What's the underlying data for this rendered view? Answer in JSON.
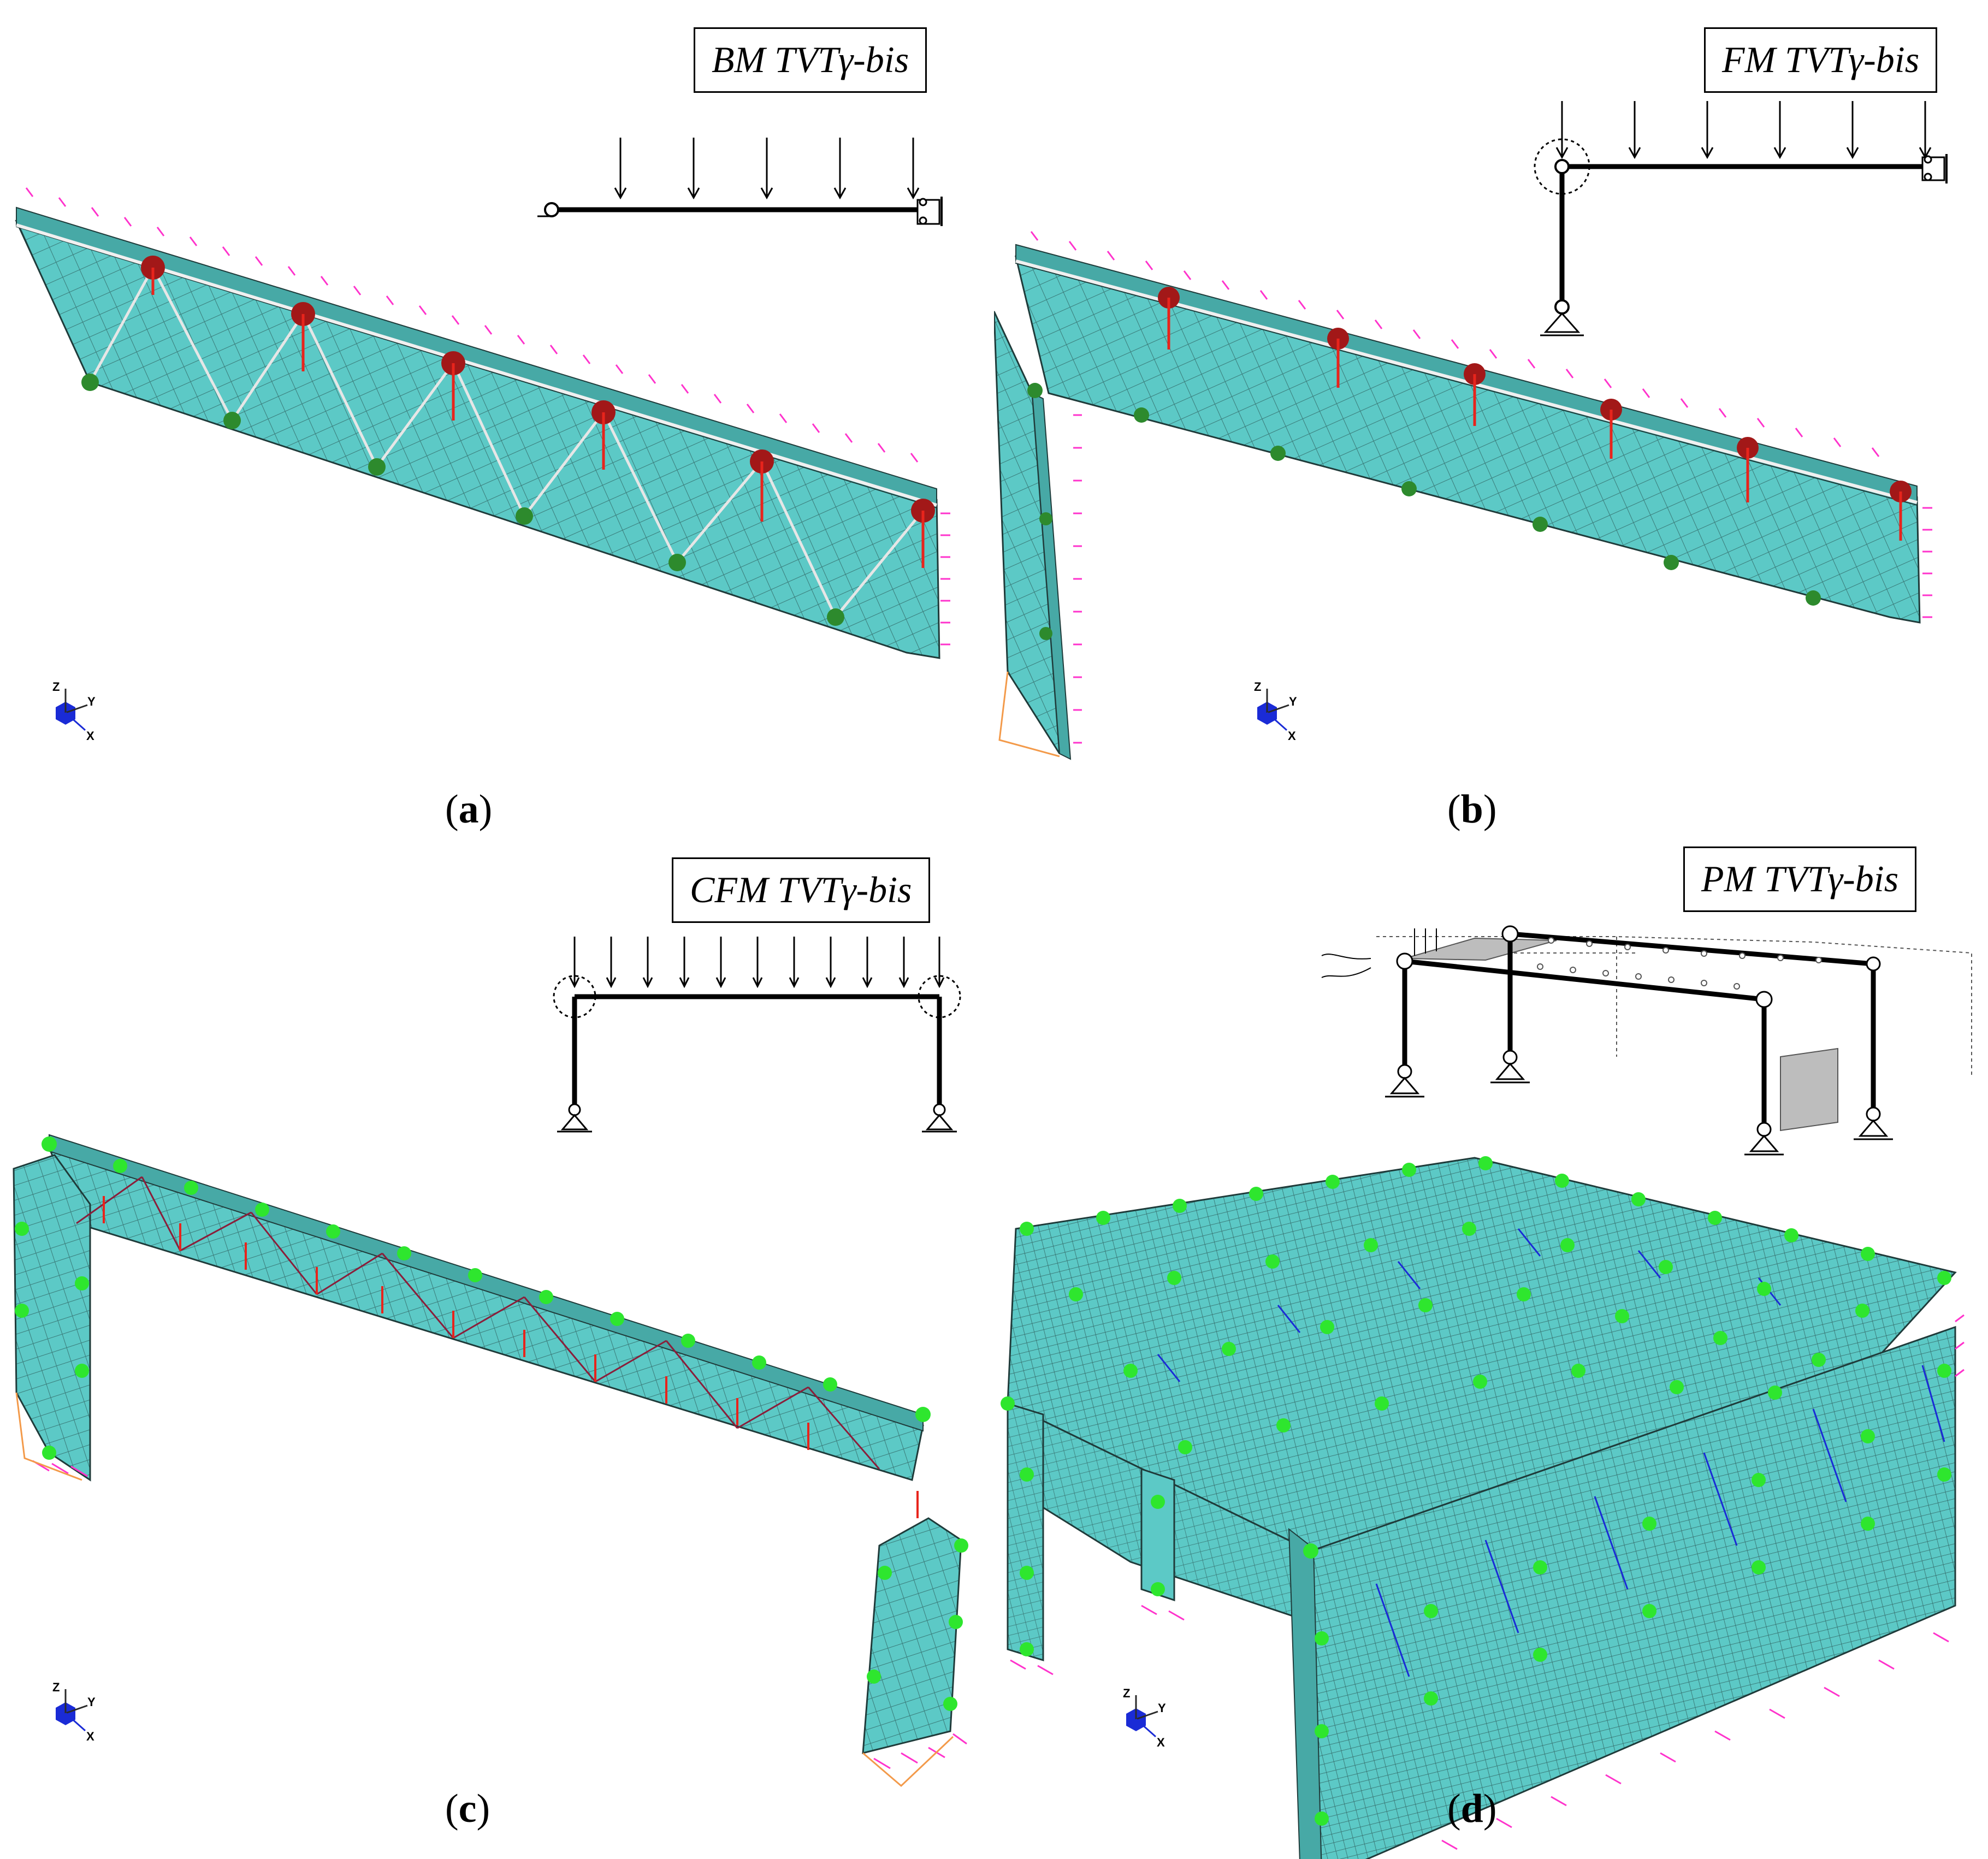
{
  "panels": [
    {
      "id": "a",
      "title": "BM TVTγ-bis",
      "caption_letter": "a"
    },
    {
      "id": "b",
      "title": "FM TVTγ-bis",
      "caption_letter": "b"
    },
    {
      "id": "c",
      "title": "CFM TVTγ-bis",
      "caption_letter": "c"
    },
    {
      "id": "d",
      "title": "PM TVTγ-bis",
      "caption_letter": "d"
    }
  ],
  "axis_triad": {
    "z": "Z",
    "y": "Y",
    "x": "X"
  },
  "colors": {
    "mesh_fill": "#5cc9c6",
    "mesh_line": "#1f3b3a",
    "load_arrow": "#e8241c",
    "restraint": "#ff33cc",
    "support": "#22dd22",
    "triad_cube": "#1a2bd6"
  }
}
